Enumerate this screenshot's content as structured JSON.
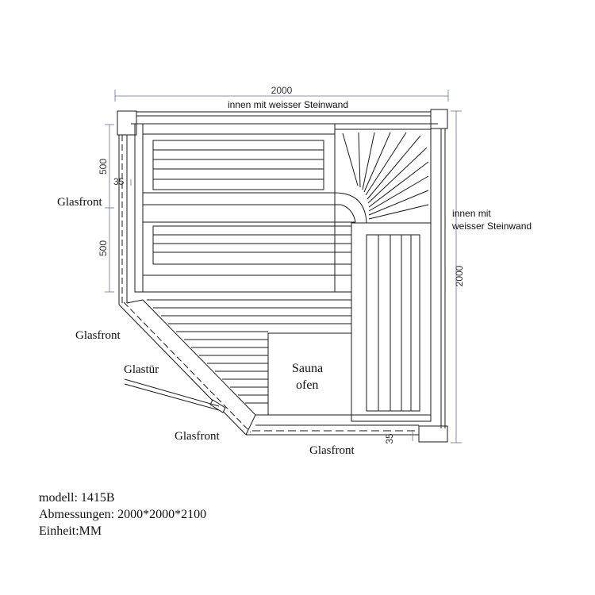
{
  "dimensions": {
    "width_top": "2000",
    "height_right": "2000",
    "seat_upper": "500",
    "seat_lower": "500",
    "gap_left": "35",
    "gap_bottom": "35"
  },
  "labels": {
    "wall_top": "innen mit weisser Steinwand",
    "wall_right_1": "innen mit",
    "wall_right_2": "weisser Steinwand",
    "glass_left": "Glasfront",
    "glass_diag": "Glasfront",
    "door": "Glastür",
    "glass_corner": "Glasfront",
    "glass_bottom": "Glasfront",
    "oven_1": "Sauna",
    "oven_2": "ofen"
  },
  "info": {
    "model": "modell: 1415B",
    "dimensions": "Abmessungen: 2000*2000*2100",
    "unit": "Einheit:MM"
  },
  "colors": {
    "line": "#1a1a1a",
    "dim_line": "#6a6aa8"
  }
}
